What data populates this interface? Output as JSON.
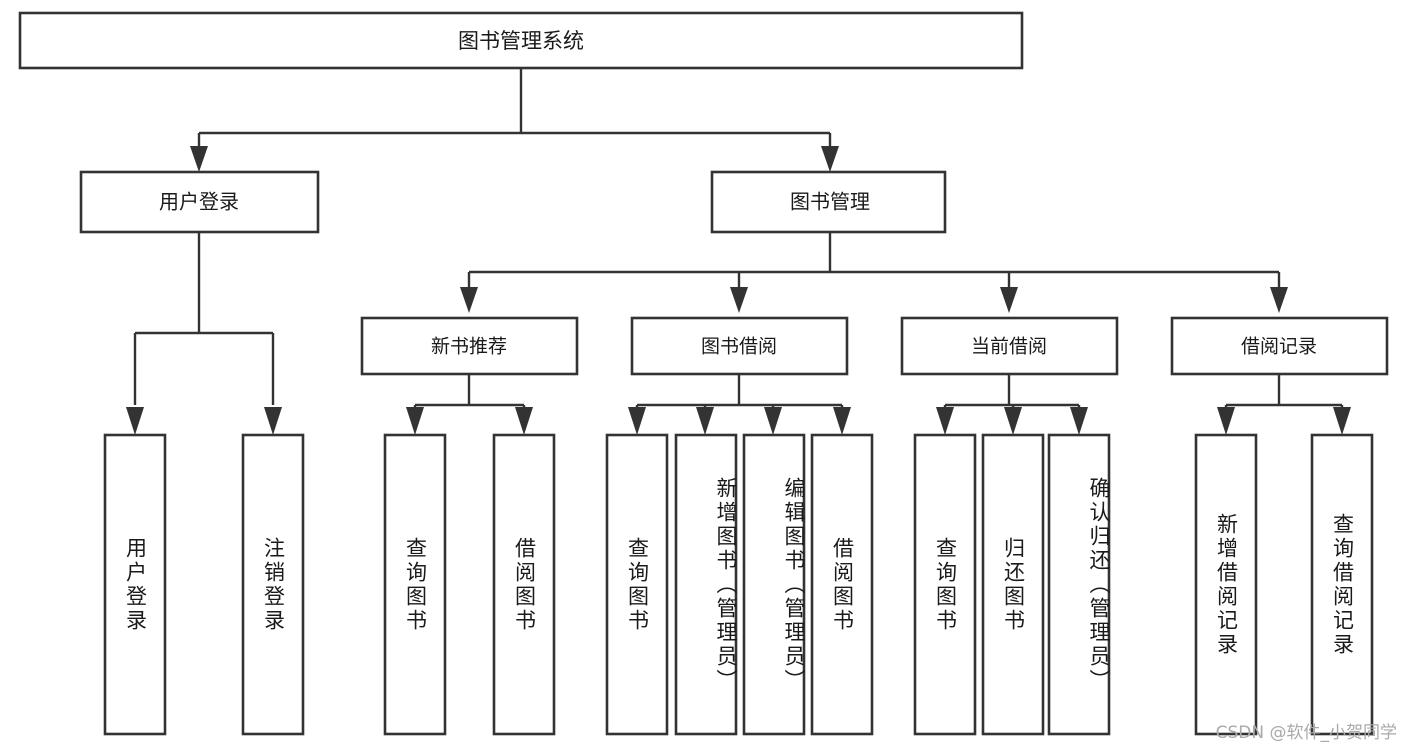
{
  "diagram": {
    "type": "tree-hierarchy",
    "title": "图书管理系统",
    "watermark": "CSDN @软件_小贺同学",
    "colors": {
      "box_stroke": "#333333",
      "box_fill": "#ffffff",
      "connector": "#333333",
      "text": "#1a1a1a",
      "watermark": "#a9a9a9",
      "background": "#ffffff"
    },
    "root": {
      "label": "图书管理系统"
    },
    "level1": [
      {
        "label": "用户登录"
      },
      {
        "label": "图书管理"
      }
    ],
    "level2": [
      {
        "label": "新书推荐",
        "parent": "图书管理"
      },
      {
        "label": "图书借阅",
        "parent": "图书管理"
      },
      {
        "label": "当前借阅",
        "parent": "图书管理"
      },
      {
        "label": "借阅记录",
        "parent": "图书管理"
      }
    ],
    "leaves": {
      "用户登录": [
        {
          "label": "用户登录"
        },
        {
          "label": "注销登录"
        }
      ],
      "新书推荐": [
        {
          "label": "查询图书"
        },
        {
          "label": "借阅图书"
        }
      ],
      "图书借阅": [
        {
          "label": "查询图书"
        },
        {
          "label": "新增图书（管理员）"
        },
        {
          "label": "编辑图书（管理员）"
        },
        {
          "label": "借阅图书"
        }
      ],
      "当前借阅": [
        {
          "label": "查询图书"
        },
        {
          "label": "归还图书"
        },
        {
          "label": "确认归还（管理员）"
        }
      ],
      "借阅记录": [
        {
          "label": "新增借阅记录"
        },
        {
          "label": "查询借阅记录"
        }
      ]
    }
  }
}
